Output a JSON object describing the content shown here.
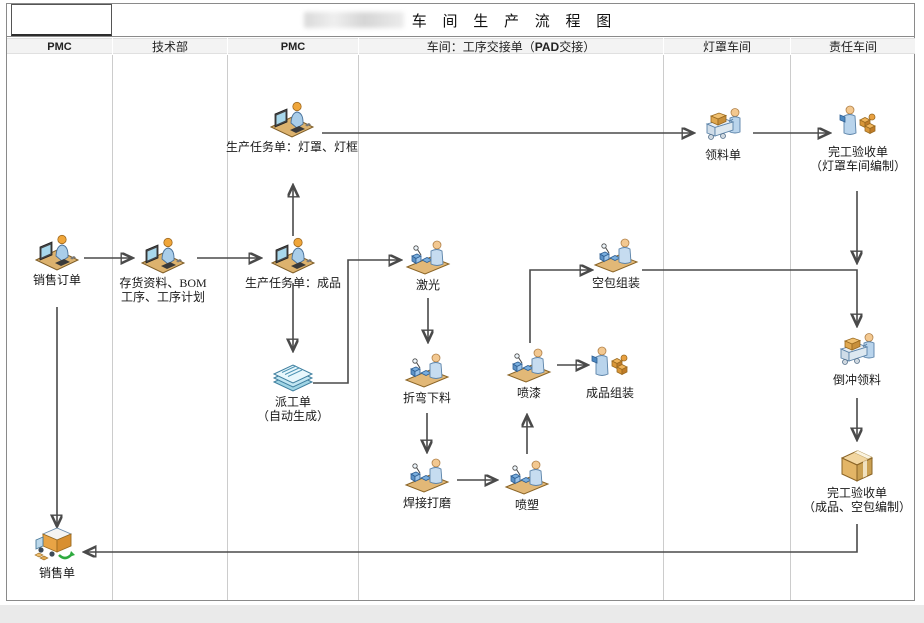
{
  "title": {
    "main": "车 间 生 产 流 程 图",
    "prefix_redacted": true
  },
  "lanes": {
    "l1": "PMC",
    "l2": "技术部",
    "l3": "PMC",
    "l4_pre": "车间：工序交接单（",
    "l4_bold": "PAD",
    "l4_post": "交接）",
    "l5": "灯罩车间",
    "l6": "责任车间"
  },
  "nodes": {
    "sales_order": {
      "icon": "workstation-icon",
      "label": "销售订单"
    },
    "inventory_bom": {
      "icon": "workstation-icon",
      "line1": "存货资料、BOM",
      "line2": "工序、工序计划"
    },
    "task_lampcover": {
      "icon": "workstation-icon",
      "label": "生产任务单：灯罩、灯框"
    },
    "task_finished": {
      "icon": "workstation-icon",
      "label": "生产任务单：成品"
    },
    "dispatch_order": {
      "icon": "papers-icon",
      "line1": "派工单",
      "line2": "（自动生成）"
    },
    "laser": {
      "icon": "machine-worker-icon",
      "label": "激光"
    },
    "bending_cutting": {
      "icon": "machine-worker-icon",
      "label": "折弯下料"
    },
    "welding_grinding": {
      "icon": "machine-worker-icon",
      "label": "焊接打磨"
    },
    "powder_spray": {
      "icon": "machine-worker-icon",
      "label": "喷塑"
    },
    "paint_spray": {
      "icon": "machine-worker-icon",
      "label": "喷漆"
    },
    "empty_pack_assembly": {
      "icon": "machine-worker-icon",
      "label": "空包组装"
    },
    "finished_assembly": {
      "icon": "assembler-icon",
      "label": "成品组装"
    },
    "material_requisition": {
      "icon": "cart-icon",
      "label": "领料单"
    },
    "completion_lampcover": {
      "icon": "assembler-icon",
      "line1": "完工验收单",
      "line2": "（灯罩车间编制）"
    },
    "backflush_material": {
      "icon": "cart-icon",
      "label": "倒冲领料"
    },
    "completion_finished": {
      "icon": "box-icon",
      "line1": "完工验收单",
      "line2": "（成品、空包编制）"
    },
    "sales_delivery": {
      "icon": "truck-icon",
      "label": "销售单"
    }
  },
  "edges": [
    {
      "from": "销售订单",
      "to": "存货资料、BOM工序、工序计划"
    },
    {
      "from": "存货资料、BOM工序、工序计划",
      "to": "生产任务单：成品"
    },
    {
      "from": "生产任务单：成品",
      "to": "生产任务单：灯罩、灯框"
    },
    {
      "from": "生产任务单：灯罩、灯框",
      "to": "领料单"
    },
    {
      "from": "领料单",
      "to": "完工验收单（灯罩车间编制）"
    },
    {
      "from": "生产任务单：成品",
      "to": "派工单（自动生成）"
    },
    {
      "from": "派工单（自动生成）",
      "to": "激光"
    },
    {
      "from": "激光",
      "to": "折弯下料"
    },
    {
      "from": "折弯下料",
      "to": "焊接打磨"
    },
    {
      "from": "焊接打磨",
      "to": "喷塑"
    },
    {
      "from": "喷塑",
      "to": "喷漆"
    },
    {
      "from": "喷漆",
      "to": "成品组装"
    },
    {
      "from": "喷漆",
      "to": "空包组装"
    },
    {
      "from": "空包组装",
      "to": "倒冲领料"
    },
    {
      "from": "完工验收单（灯罩车间编制）",
      "to": "倒冲领料"
    },
    {
      "from": "倒冲领料",
      "to": "完工验收单（成品、空包编制）"
    },
    {
      "from": "完工验收单（成品、空包编制）",
      "to": "销售单"
    },
    {
      "from": "销售订单",
      "to": "销售单"
    }
  ],
  "colors": {
    "arrow": "#4a4a4a",
    "lane_header_bg": "#f3f3f3",
    "paper_blue": "#c2e6f2",
    "desk_tan": "#dcb26e",
    "person_blue": "#b9d4ec",
    "box_orange": "#e3b566",
    "truck_arrow_green": "#2faa3f"
  }
}
